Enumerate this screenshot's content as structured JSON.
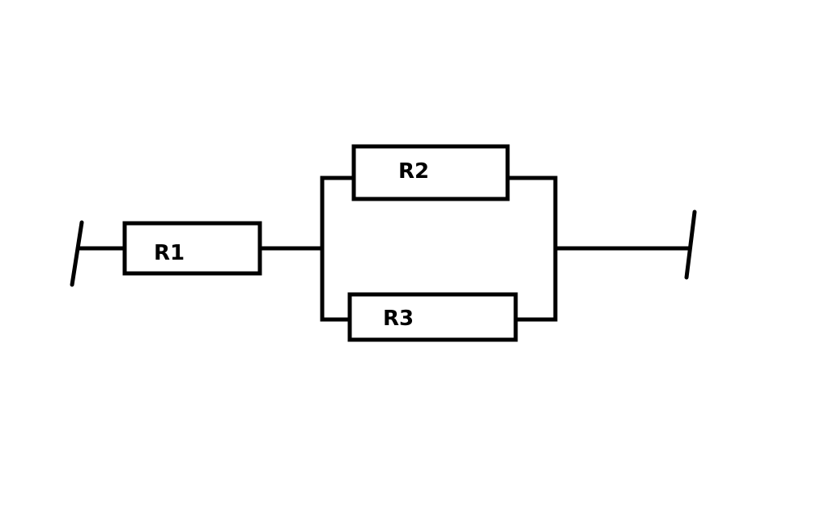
{
  "diagram": {
    "type": "circuit",
    "resistors": [
      {
        "id": "r1",
        "label": "R1"
      },
      {
        "id": "r2",
        "label": "R2"
      },
      {
        "id": "r3",
        "label": "R3"
      }
    ],
    "connections": {
      "series": [
        "R1"
      ],
      "parallel": [
        "R2",
        "R3"
      ]
    },
    "line_color": "#000000",
    "background_color": "#ffffff"
  }
}
